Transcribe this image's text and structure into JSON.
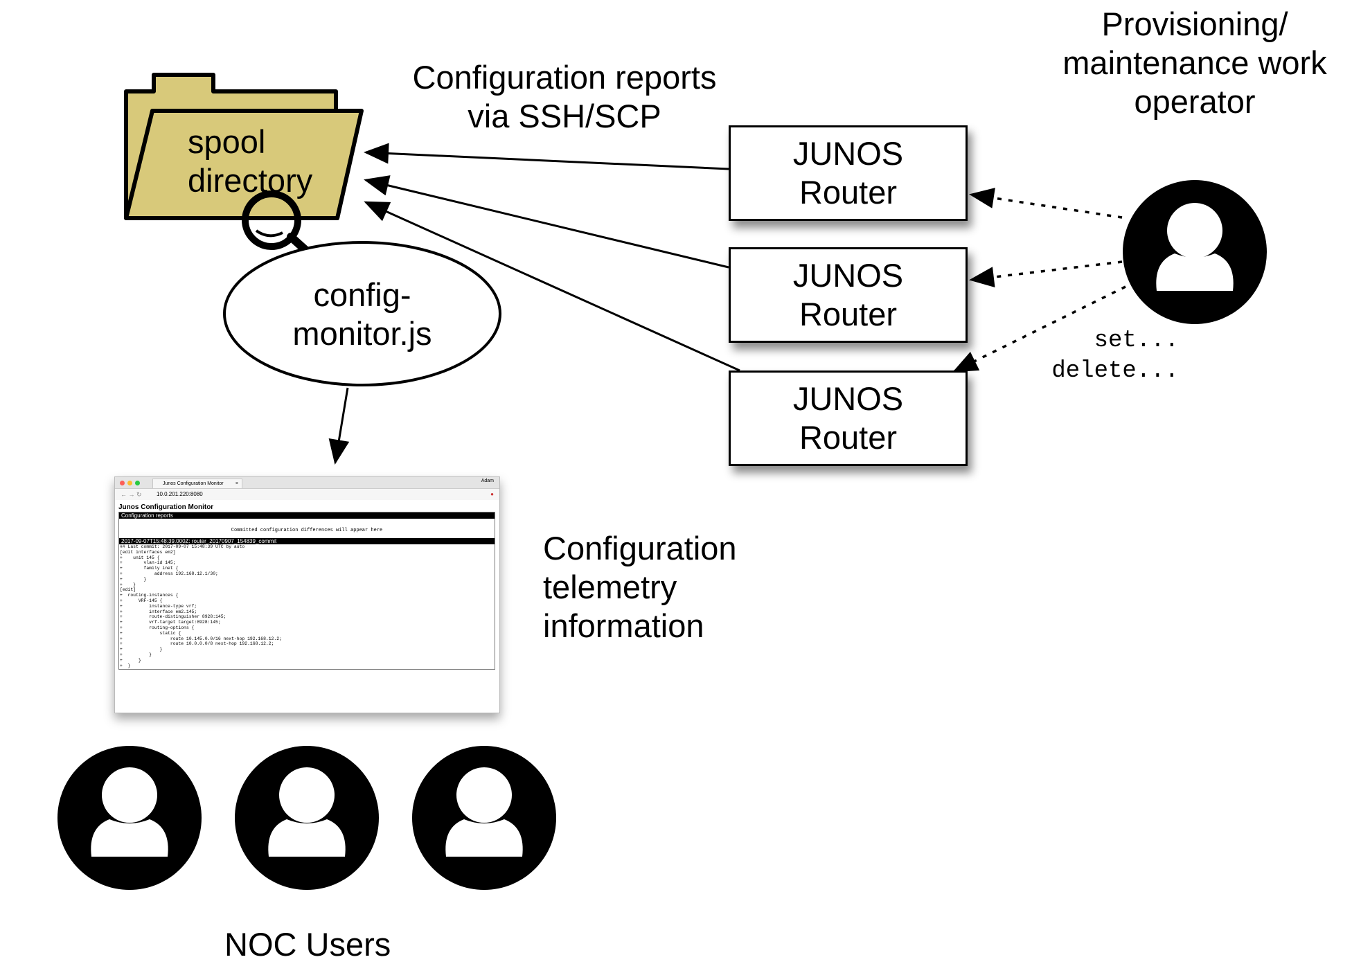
{
  "spool": {
    "line1": "spool",
    "line2": "directory"
  },
  "reports_label": {
    "line1": "Configuration reports",
    "line2": "via SSH/SCP"
  },
  "operator_label": {
    "line1": "Provisioning/",
    "line2": "maintenance work",
    "line3": "operator"
  },
  "routers": [
    {
      "line1": "JUNOS",
      "line2": "Router"
    },
    {
      "line1": "JUNOS",
      "line2": "Router"
    },
    {
      "line1": "JUNOS",
      "line2": "Router"
    }
  ],
  "monitor": {
    "line1": "config-",
    "line2": "monitor.js"
  },
  "commands": {
    "line1": "set...",
    "line2": "delete..."
  },
  "telemetry_label": {
    "line1": "Configuration",
    "line2": "telemetry",
    "line3": "information"
  },
  "noc_label": "NOC Users",
  "browser": {
    "tab_title": "Junos Configuration Monitor",
    "user": "Adam",
    "url": "10.0.201.220:8080",
    "page_title": "Junos Configuration Monitor",
    "reports_header": "Configuration reports",
    "hint": "Committed configuration differences will appear here",
    "commit_header": "2017-09-07T15:48:39.000Z: router_20170907_154839_commit",
    "code_lines": [
      "## Last commit: 2017-09-07 15:48:39 UTC by auto",
      "[edit interfaces em2]",
      "+    unit 145 {",
      "+        vlan-id 145;",
      "+        family inet {",
      "+            address 192.168.12.1/30;",
      "+        }",
      "+    }",
      "[edit]",
      "+  routing-instances {",
      "+      VRF-145 {",
      "+          instance-type vrf;",
      "+          interface em2.145;",
      "+          route-distinguisher 8928:145;",
      "+          vrf-target target:8928:145;",
      "+          routing-options {",
      "+              static {",
      "+                  route 10.145.0.0/16 next-hop 192.168.12.2;",
      "+                  route 10.0.0.0/8 next-hop 192.168.12.2;",
      "+              }",
      "+          }",
      "+      }",
      "+  }"
    ]
  },
  "colors": {
    "folder": "#d8c97a",
    "stroke": "#000000",
    "user_fill": "#000000"
  },
  "icons": [
    "folder-icon",
    "magnifier-icon",
    "user-icon"
  ]
}
